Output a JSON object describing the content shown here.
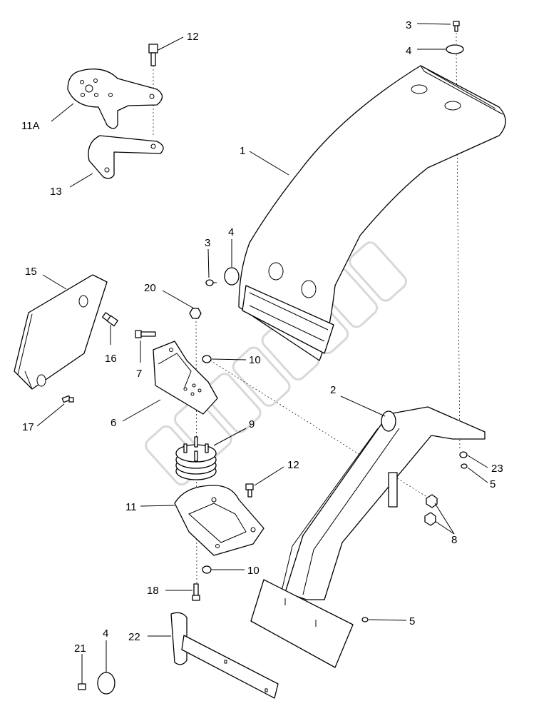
{
  "corner_mark": "",
  "callouts": [
    {
      "id": "c-12-top",
      "text": "12"
    },
    {
      "id": "c-11a",
      "text": "11A"
    },
    {
      "id": "c-13",
      "text": "13"
    },
    {
      "id": "c-3-top",
      "text": "3"
    },
    {
      "id": "c-4-top",
      "text": "4"
    },
    {
      "id": "c-1",
      "text": "1"
    },
    {
      "id": "c-3-mid",
      "text": "3"
    },
    {
      "id": "c-4-mid",
      "text": "4"
    },
    {
      "id": "c-15",
      "text": "15"
    },
    {
      "id": "c-20",
      "text": "20"
    },
    {
      "id": "c-16",
      "text": "16"
    },
    {
      "id": "c-7",
      "text": "7"
    },
    {
      "id": "c-10-upper",
      "text": "10"
    },
    {
      "id": "c-2",
      "text": "2"
    },
    {
      "id": "c-6",
      "text": "6"
    },
    {
      "id": "c-17",
      "text": "17"
    },
    {
      "id": "c-9",
      "text": "9"
    },
    {
      "id": "c-12-mid",
      "text": "12"
    },
    {
      "id": "c-23",
      "text": "23"
    },
    {
      "id": "c-5-upper",
      "text": "5"
    },
    {
      "id": "c-11",
      "text": "11"
    },
    {
      "id": "c-8",
      "text": "8"
    },
    {
      "id": "c-10-lower",
      "text": "10"
    },
    {
      "id": "c-18",
      "text": "18"
    },
    {
      "id": "c-5-lower",
      "text": "5"
    },
    {
      "id": "c-22",
      "text": "22"
    },
    {
      "id": "c-4-bottom",
      "text": "4"
    },
    {
      "id": "c-21",
      "text": "21"
    }
  ]
}
